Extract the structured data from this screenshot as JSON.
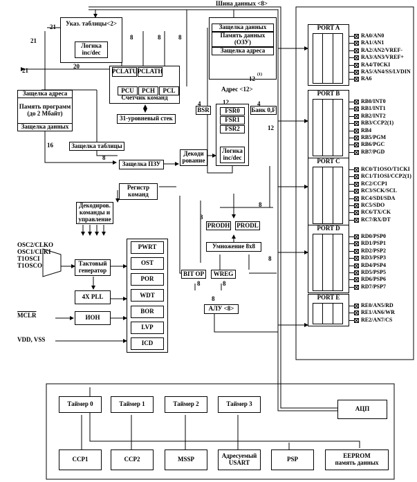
{
  "bus_label": "Шина данных <8>",
  "pointer": {
    "label": "Указ. таблицы<2>",
    "logic": "Логика\ninc/dec"
  },
  "pc": {
    "latu": "PCLATU",
    "lath": "PCLATH",
    "pcu": "PCU",
    "pch": "PCH",
    "pcl": "PCL",
    "title": "Счетчик команд"
  },
  "stack": "31-уровневый стек",
  "prog": {
    "addr_latch": "Защелка адреса",
    "memory": "Память программ\n(до 2 Мбайт)",
    "data_latch": "Защелка данных"
  },
  "table_latch": "Защелка таблицы",
  "rom_latch": "Защелка ПЗУ",
  "decode": "Декоди\nрование",
  "ram": {
    "data_latch": "Защелка данных",
    "memory": "Память данных\n(ОЗУ)",
    "addr_latch": "Защелка адреса"
  },
  "addr_bus": "Адрес <12>",
  "bsr": "BSR",
  "fsr": [
    "FSR0",
    "FSR1",
    "FSR2"
  ],
  "bank": "Банк 0,F",
  "fsr_logic": "Логика\ninc/dec",
  "instr_reg": "Регистр\nкоманд",
  "decoder": "Декодиров.\nкоманды и\nуправление",
  "prod": {
    "h": "PRODH",
    "l": "PRODL",
    "mul": "Умножение 8x8"
  },
  "bitop": "BIT OP",
  "wreg": "WREG",
  "alu": "АЛУ <8>",
  "osc_labels": [
    "OSC2/CLKO",
    "OSC1/CLKI",
    "T1OSCI",
    "T1OSCO"
  ],
  "clock_gen": "Тактовый\nгенератор",
  "pll": "4X PLL",
  "ion": "ИОН",
  "mclr": "MCLR",
  "vdd": "VDD, VSS",
  "ctrl": [
    "PWRT",
    "OST",
    "POR",
    "WDT",
    "BOR",
    "LVP",
    "ICD"
  ],
  "numbers": {
    "n21a": "21",
    "n21b": "21",
    "n21c": "21",
    "n20": "20",
    "n16": "16",
    "n8a": "8",
    "n8b": "8",
    "n8c": "8",
    "n8d": "8",
    "n8e": "8",
    "n8f": "8",
    "n8g": "8",
    "n8h": "8",
    "n8i": "8",
    "n12a": "12",
    "n12b": "12",
    "n12c": "12",
    "n4a": "4",
    "n4b": "4",
    "n3": "3",
    "n12sup": "(1)"
  },
  "ports": [
    {
      "name": "PORT A",
      "pins": [
        "RA0/AN0",
        "RA1/AN1",
        "RA2/AN2/VREF-",
        "RA3/AN3/VREF+",
        "RA4/T0CKI",
        "RA5/AN4/SS/LVDIN",
        "RA6"
      ]
    },
    {
      "name": "PORT B",
      "pins": [
        "RB0/INT0",
        "RB1/INT1",
        "RB2/INT2",
        "RB3/CCP2(1)",
        "RB4",
        "RB5/PGM",
        "RB6/PGC",
        "RB7/PGD"
      ]
    },
    {
      "name": "PORT C",
      "pins": [
        "RC0/T1OSO/T1CKI",
        "RC1/T1OSI/CCP2(1)",
        "RC2/CCP1",
        "RC3/SCK/SCL",
        "RC4/SDI/SDA",
        "RC5/SDO",
        "RC6/TX/CK",
        "RC7/RX/DT"
      ]
    },
    {
      "name": "PORT D",
      "pins": [
        "RD0/PSP0",
        "RD1/PSP1",
        "RD2/PSP2",
        "RD3/PSP3",
        "RD4/PSP4",
        "RD5/PSP5",
        "RD6/PSP6",
        "RD7/PSP7"
      ]
    },
    {
      "name": "PORT E",
      "pins": [
        "RE0/AN5/RD",
        "RE1/AN6/WR",
        "RE2/AN7/CS"
      ]
    }
  ],
  "timers": [
    "Таймер 0",
    "Таймер 1",
    "Таймер 2",
    "Таймер 3"
  ],
  "adc": "АЦП",
  "periph": [
    "CCP1",
    "CCP2",
    "MSSP",
    "Адресуемый\nUSART",
    "PSP",
    "EEPROM\nпамять данных"
  ]
}
